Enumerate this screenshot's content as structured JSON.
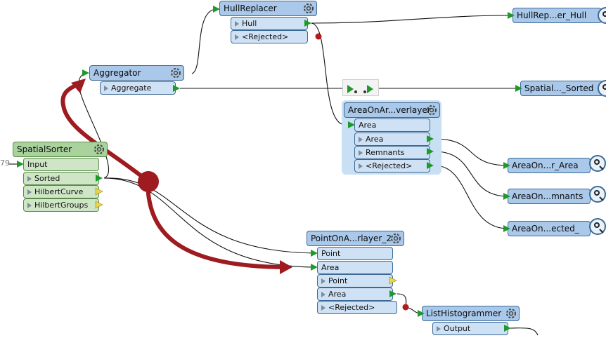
{
  "nodes": {
    "hullreplacer": {
      "title": "HullReplacer",
      "ports": [
        "Hull",
        "<Rejected>"
      ]
    },
    "aggregator": {
      "title": "Aggregator",
      "ports": [
        "Aggregate"
      ]
    },
    "spatialsorter": {
      "title": "SpatialSorter",
      "input": "Input",
      "ports": [
        "Sorted",
        "HilbertCurve",
        "HilbertGroups"
      ]
    },
    "areaonarea": {
      "title": "AreaOnAr...verlayer",
      "input": "Area",
      "ports": [
        "Area",
        "Remnants",
        "<Rejected>"
      ]
    },
    "pointonarea": {
      "title": "PointOnA...rlayer_2",
      "inputs": [
        "Point",
        "Area"
      ],
      "ports": [
        "Point",
        "Area",
        "<Rejected>"
      ]
    },
    "listhistogrammer": {
      "title": "ListHistogrammer",
      "ports": [
        "Output"
      ]
    }
  },
  "inspectors": {
    "hull": "HullRep...er_Hull",
    "sorted": "Spatial..._Sorted",
    "area": "AreaOn...r_Area",
    "remnants": "AreaOn...mnants",
    "rejected": "AreaOn...ected_"
  },
  "edge_fragment": "79",
  "colors": {
    "transformer_fill": "#a9c8ea",
    "reader_fill": "#a9d39d",
    "bookmark_fill": "#c9dff3",
    "annotation_arrow": "#9e1b20",
    "rejected_dot": "#b31b1b",
    "port_arrow": "#1e9a2a"
  },
  "icons": [
    "gear-icon",
    "magnifier-icon",
    "run-to-this-icon",
    "run-from-this-icon",
    "port-arrow-icon"
  ]
}
